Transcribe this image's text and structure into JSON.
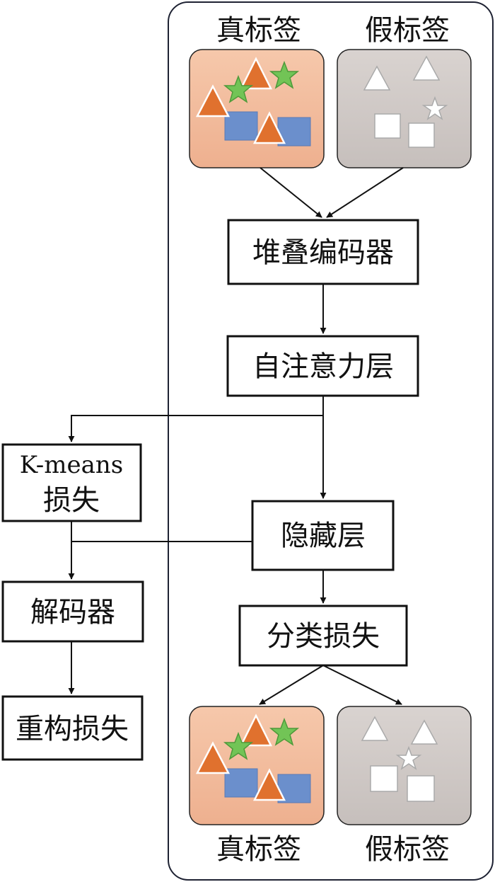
{
  "top_panels": {
    "true_label": "真标签",
    "false_label": "假标签"
  },
  "bottom_panels": {
    "true_label": "真标签",
    "false_label": "假标签"
  },
  "boxes": {
    "stacked_encoder": "堆叠编码器",
    "self_attention": "自注意力层",
    "hidden_layer": "隐藏层",
    "classification_loss": "分类损失",
    "kmeans_line1": "K-means",
    "kmeans_line2": "损失",
    "decoder": "解码器",
    "reconstruction_loss": "重构损失"
  },
  "colors": {
    "true_panel": "#f4c3a4",
    "false_panel": "#d2cbc8",
    "triangle": "#e0712e",
    "star": "#72c456",
    "square": "#6b8fcc"
  }
}
